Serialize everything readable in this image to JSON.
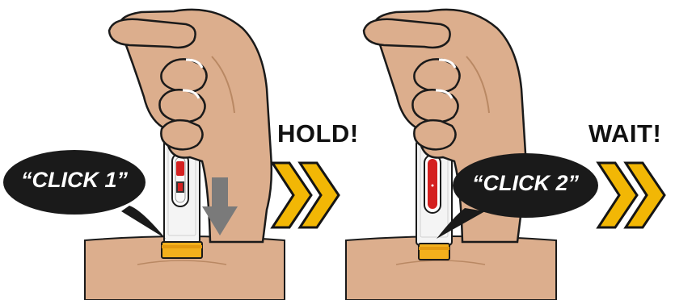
{
  "steps": [
    {
      "instruction": "HOLD!",
      "sound": "“CLICK 1”"
    },
    {
      "instruction": "WAIT!",
      "sound": "“CLICK 2”"
    }
  ],
  "colors": {
    "skin": "#dcae8d",
    "skin_shadow": "#b98863",
    "outline": "#1a1a1a",
    "bubble": "#1a1a1a",
    "chevron_fill": "#f2b705",
    "chevron_outline": "#151515",
    "pen_body": "#f4f4f4",
    "pen_cap": "#f3b01c",
    "window_red": "#d42020",
    "arrow_gray": "#7a7a7a"
  },
  "icons": [
    "hand-icon",
    "autoinjector-pen-icon",
    "down-arrow-icon",
    "double-chevron-icon",
    "speech-bubble-icon"
  ]
}
